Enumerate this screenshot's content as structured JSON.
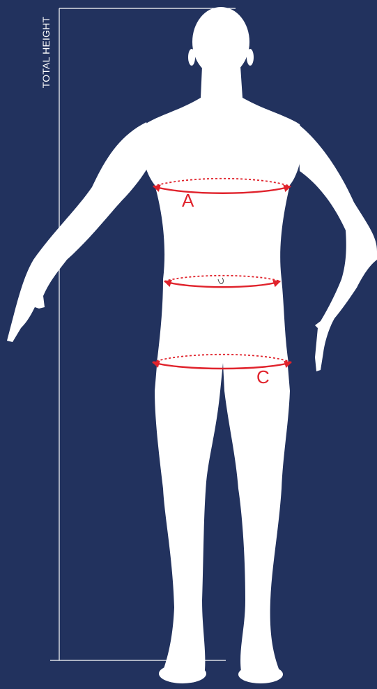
{
  "colors": {
    "background": "#22325e",
    "figure": "#ffffff",
    "guide_lines": "#ffffff",
    "measure_arrows": "#e0232c"
  },
  "labels": {
    "total_height": "TOTAL HEIGHT",
    "measure_a": "A",
    "measure_c": "C"
  }
}
